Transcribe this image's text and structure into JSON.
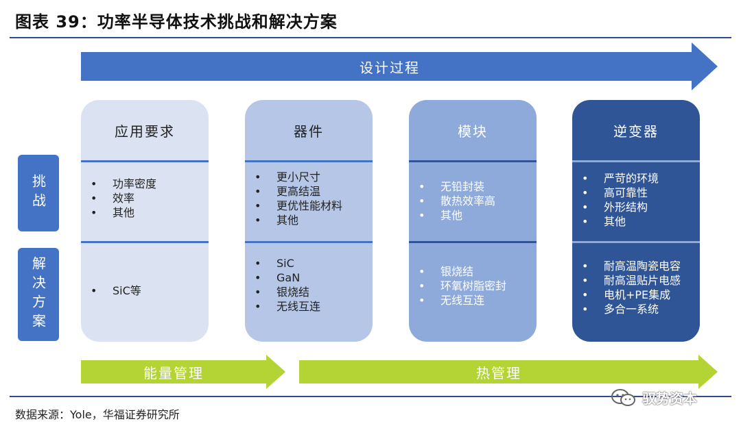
{
  "title": "图表 39：功率半导体技术挑战和解决方案",
  "top_arrow": {
    "label": "设计过程",
    "color": "#4472c4"
  },
  "side_labels": {
    "challenge": "挑战",
    "solution": "解决方案"
  },
  "stages": [
    {
      "header": "应用要求",
      "challenges": [
        "功率密度",
        "效率",
        "其他"
      ],
      "solutions": [
        "SiC等"
      ]
    },
    {
      "header": "器件",
      "challenges": [
        "更小尺寸",
        "更高结温",
        "更优性能材料",
        "其他"
      ],
      "solutions": [
        "SiC",
        "GaN",
        "银烧结",
        "无线互连"
      ]
    },
    {
      "header": "模块",
      "challenges": [
        "无铅封装",
        "散热效率高",
        "其他"
      ],
      "solutions": [
        "银烧结",
        "环氧树脂密封",
        "无线互连"
      ]
    },
    {
      "header": "逆变器",
      "challenges": [
        "严苛的环境",
        "高可靠性",
        "外形结构",
        "其他"
      ],
      "solutions": [
        "耐高温陶瓷电容",
        "耐高温贴片电感",
        "电机+PE集成",
        "多合一系统"
      ]
    }
  ],
  "bottom_arrows": [
    {
      "label": "能量管理",
      "color": "#b4d334"
    },
    {
      "label": "热管理",
      "color": "#b4d334"
    }
  ],
  "source": "数据来源：Yole，华福证券研究所",
  "watermark": "驭势资本"
}
